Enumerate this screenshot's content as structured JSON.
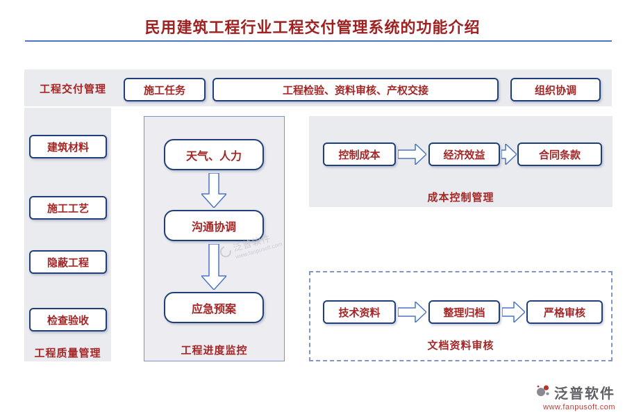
{
  "title": "民用建筑工程行业工程交付管理系统的功能介绍",
  "delivery_band": {
    "label": "工程交付管理",
    "nodes": [
      "施工任务",
      "工程检验、资料审核、产权交接",
      "组织协调"
    ]
  },
  "quality_panel": {
    "label": "工程质量管理",
    "nodes": [
      "建筑材料",
      "施工工艺",
      "隐蔽工程",
      "检查验收"
    ]
  },
  "progress_panel": {
    "label": "工程进度监控",
    "nodes": [
      "天气、人力",
      "沟通协调",
      "应急预案"
    ]
  },
  "cost_panel": {
    "label": "成本控制管理",
    "nodes": [
      "控制成本",
      "经济效益",
      "合同条款"
    ]
  },
  "docs_panel": {
    "label": "文档资料审核",
    "nodes": [
      "技术资料",
      "整理归档",
      "严格审核"
    ]
  },
  "watermark": {
    "brand": "泛普软件",
    "url": "www.fanpusoft.com"
  },
  "footer": {
    "brand": "泛普软件",
    "url": "www.fanpusoft.com"
  },
  "colors": {
    "title_red": "#9e2121",
    "node_text_red": "#a32626",
    "node_border_blue": "#1f3f78",
    "panel_gray": "#eaebef",
    "divider_blue": "#4a74c4"
  }
}
